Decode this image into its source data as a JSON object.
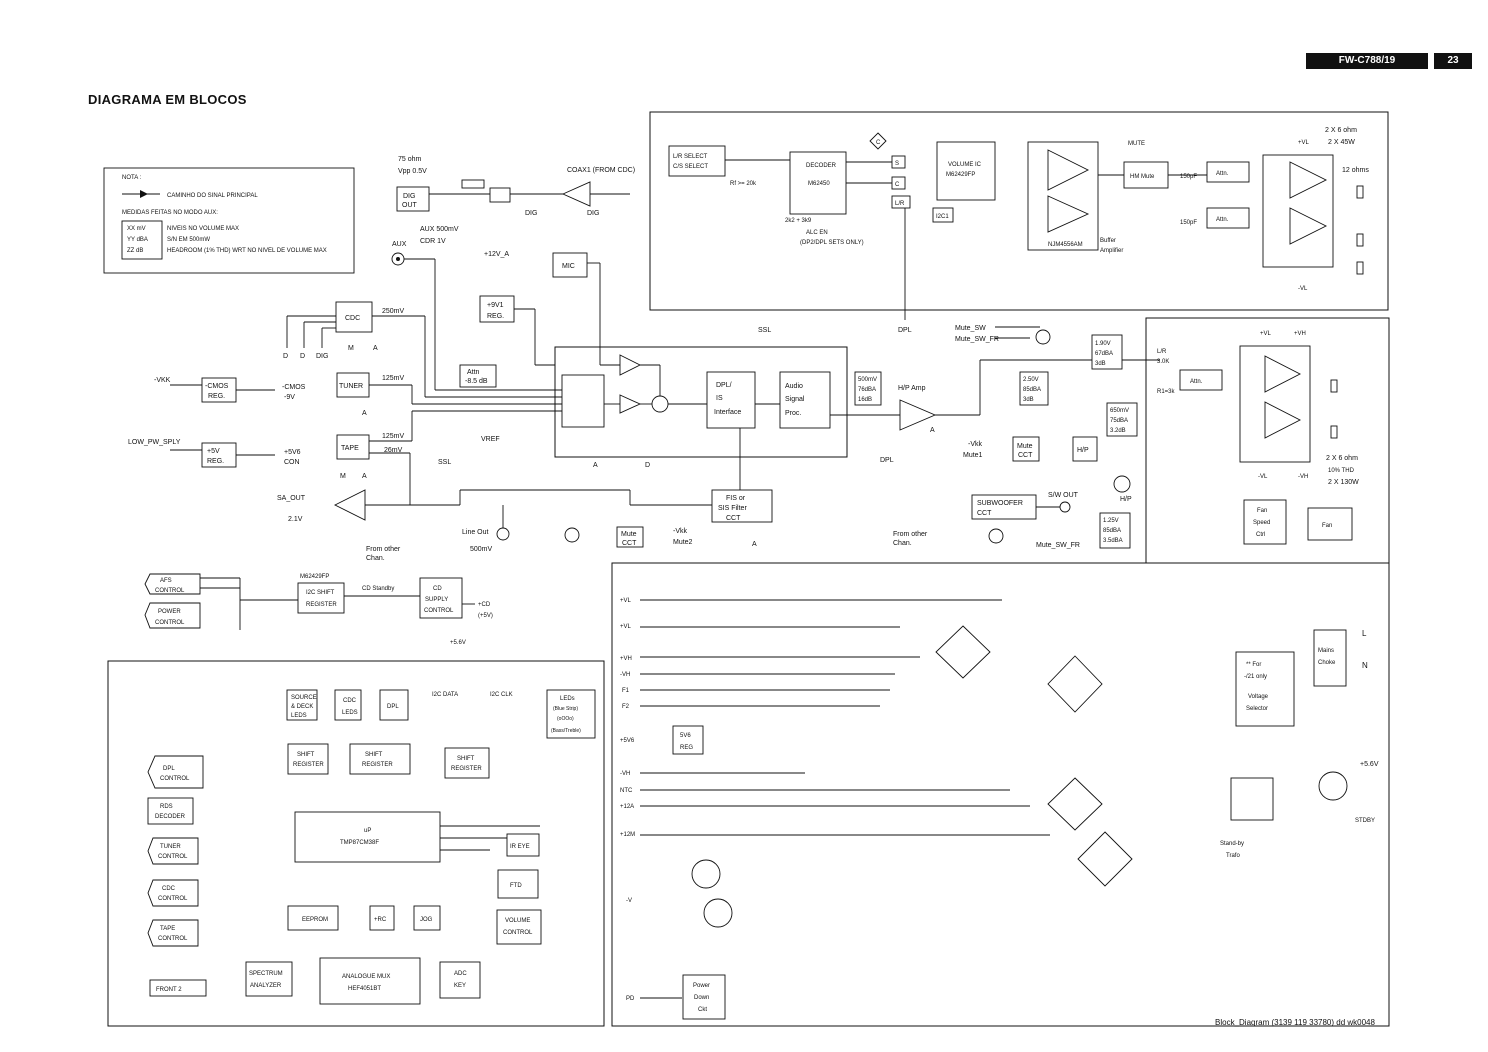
{
  "header": {
    "model": "FW-C788/19",
    "page": "23"
  },
  "title": "DIAGRAMA EM BLOCOS",
  "footer": "Block_Diagram (3139 119 33780) dd wk0048",
  "legend": {
    "nota": "NOTA :",
    "main_path": "CAMINHO DO SINAL PRINCIPAL",
    "measures": "MEDIDAS FEITAS NO MODO AUX:",
    "row1_code": "XX mV",
    "row1_text": "NIVEIS NO VOLUME MAX",
    "row2_code": "YY dBA",
    "row2_text": "S/N EM 500mW",
    "row3_code": "ZZ dB",
    "row3_text": "HEADROOM (1% THD) WRT NO NIVEL DE VOLUME MAX"
  },
  "blocks": {
    "dig_out": "DIG OUT",
    "coax": "COAX1 (FROM CDC)",
    "ohm": "75 ohm",
    "vpp": "Vpp  0.5V",
    "dig": "DIG",
    "aux_spec": "AUX  500mV",
    "cdr": "CDR   1V",
    "aux": "AUX",
    "cdc": "CDC",
    "tuner": "TUNER",
    "tape": "TAPE",
    "mic": "MIC",
    "reg9": "+9V1 REG.",
    "v12": "+12V_A",
    "cmos": "-CMOS REG.",
    "reg5": "+5V REG.",
    "vkk": "-VKK",
    "low": "LOW_PW_SPLY",
    "cmos_out": "-CMOS",
    "cmos_v": "-9V",
    "con_v": "+5V6",
    "con": "CON",
    "attn": "Attn -8.5 dB",
    "dpl_is": "DPL/ IS Interface",
    "asp": "Audio Signal Proc.",
    "hp_amp": "H/P Amp",
    "vref": "VREF",
    "ssl": "SSL",
    "dpl": "DPL",
    "fis": "FIS or SIS Filter CCT",
    "sa_out": "SA_OUT",
    "sa_v": "2.1V",
    "line_out": "Line Out",
    "line_v": "500mV",
    "mute_cct": "Mute CCT",
    "vkk2": "-Vkk",
    "mute2": "Mute2",
    "from_other": "From other Chan.",
    "sw_out": "S/W OUT",
    "subwoofer": "SUBWOOFER CCT",
    "hp": "H/P",
    "mute_sw": "Mute_SW",
    "mute_sw_fr": "Mute_SW_FR",
    "mute1": "Mute1",
    "lr_select": "L/R SELECT C/S SELECT",
    "decoder": "DECODER M62450",
    "vol_ic": "VOLUME IC M62429FP",
    "njm": "NJM4556AM",
    "buffer": "Buffer Amplifier",
    "mute_top": "MUTE",
    "hm_mute": "HM Mute",
    "attn_s": "Attn.",
    "ohm_spec": "2 X 6 ohm  2 X 45W",
    "ohm12": "12 ohms",
    "rf20": "Rf  >= 20k",
    "alc": "ALC EN (DP2/DPL SETS ONLY)",
    "ohm_spec2": "2 X 6 ohm  10% THD  2 X 130W",
    "m62": "M62429FP",
    "i2c_shift": "I2C SHIFT REGISTER",
    "cd_stby": "CD Standby",
    "cd_supply": "CD SUPPLY CONTROL",
    "cd_out": "+CD (+5V)",
    "v56": "+5.6V",
    "afs": "AFS CONTROL",
    "power_ctrl": "POWER CONTROL",
    "source": "SOURCE & DECK LEDS",
    "cdc_leds": "CDC LEDS",
    "dpl_led": "DPL",
    "shift1": "SHIFT REGISTER",
    "shift2": "SHIFT REGISTER",
    "shift3": "SHIFT REGISTER",
    "i2c_data": "I2C DATA",
    "i2c_clk": "I2C CLK",
    "leds": "LEDs (Blue Strip) (oOOo) (Bass/Treble)",
    "up": "uP",
    "tmp": "TMP87CM38F",
    "dpl_ctrl": "DPL CONTROL",
    "rds": "RDS DECODER",
    "tuner_ctrl": "TUNER CONTROL",
    "cdc_ctrl": "CDC CONTROL",
    "tape_ctrl": "TAPE CONTROL",
    "eeprom": "EEPROM",
    "rc": "+RC",
    "jog": "JOG",
    "ir_eye": "IR EYE",
    "fto": "FTD",
    "volume": "VOLUME CONTROL",
    "spectrum": "SPECTRUM ANALYZER",
    "analog": "ANALOGUE MUX HEF4051BT",
    "adc": "ADC KEY",
    "front": "FRONT 2",
    "fan_ctrl": "Fan Speed Ctrl",
    "fan": "Fan",
    "mains": "Mains Choke",
    "voltage": "** For -/21 only Voltage Selector",
    "standby": "Stand-by Trafo",
    "power_down": "Power Down Ckt",
    "reg56": "5V6 REG",
    "stby": "STDBY",
    "l": "L",
    "n": "N",
    "v56b": "+5.6V"
  },
  "levels": {
    "a1": "500mV",
    "a2": "76dBA",
    "a3": "16dB",
    "b1": "2.50V",
    "b2": "85dBA",
    "b3": "3dB",
    "c1": "1.90V",
    "c2": "67dBA",
    "c3": "3dB",
    "d1": "650mV",
    "d2": "75dBA",
    "d3": "3.2dB",
    "e1": "1.25V",
    "e2": "85dBA",
    "e3": "3.5dBA"
  },
  "rails": [
    "+VL",
    "+VL",
    "+VH",
    "-VH",
    "F1",
    "F2",
    "+5V6",
    "-VH",
    "NTC",
    "+12A",
    "+12M",
    "-V",
    "PD"
  ]
}
